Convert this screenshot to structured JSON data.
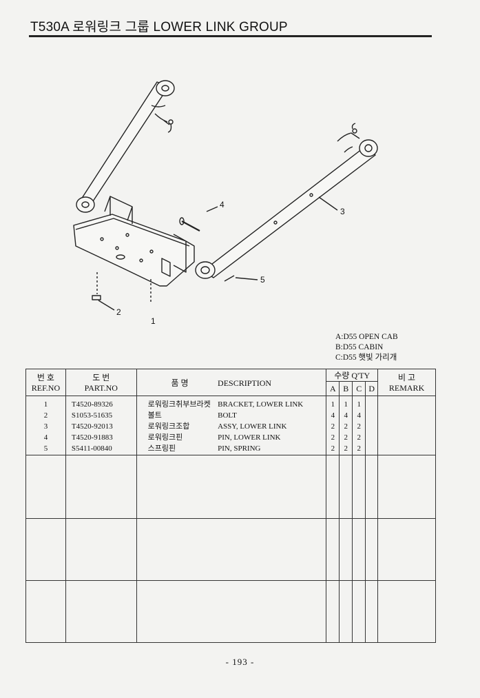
{
  "header": {
    "title": "T530A 로워링크 그룹 LOWER LINK GROUP"
  },
  "callouts": [
    "1",
    "2",
    "3",
    "4",
    "5"
  ],
  "legend": [
    "A:D55 OPEN CAB",
    "B:D55 CABIN",
    "C:D55 햇빛 가리개"
  ],
  "table": {
    "headers": {
      "ref_kr": "번 호",
      "ref_en": "REF.NO",
      "part_kr": "도 번",
      "part_en": "PART.NO",
      "name_kr": "품 명",
      "desc": "DESCRIPTION",
      "qty": "수량 Q'TY",
      "qty_a": "A",
      "qty_b": "B",
      "qty_c": "C",
      "qty_d": "D",
      "remark_kr": "비 고",
      "remark_en": "REMARK"
    },
    "rows": [
      {
        "ref": "1",
        "part": "T4520-89326",
        "name_kr": "로워링크취부브라켓",
        "desc": "BRACKET, LOWER LINK",
        "a": "1",
        "b": "1",
        "c": "1",
        "d": ""
      },
      {
        "ref": "2",
        "part": "S1053-51635",
        "name_kr": "볼트",
        "desc": "BOLT",
        "a": "4",
        "b": "4",
        "c": "4",
        "d": ""
      },
      {
        "ref": "3",
        "part": "T4520-92013",
        "name_kr": "로워링크조합",
        "desc": "ASSY, LOWER LINK",
        "a": "2",
        "b": "2",
        "c": "2",
        "d": ""
      },
      {
        "ref": "4",
        "part": "T4520-91883",
        "name_kr": "로워링크핀",
        "desc": "PIN, LOWER LINK",
        "a": "2",
        "b": "2",
        "c": "2",
        "d": ""
      },
      {
        "ref": "5",
        "part": "S5411-00840",
        "name_kr": "스프링핀",
        "desc": "PIN, SPRING",
        "a": "2",
        "b": "2",
        "c": "2",
        "d": ""
      }
    ]
  },
  "footer": {
    "page": "- 193 -"
  }
}
